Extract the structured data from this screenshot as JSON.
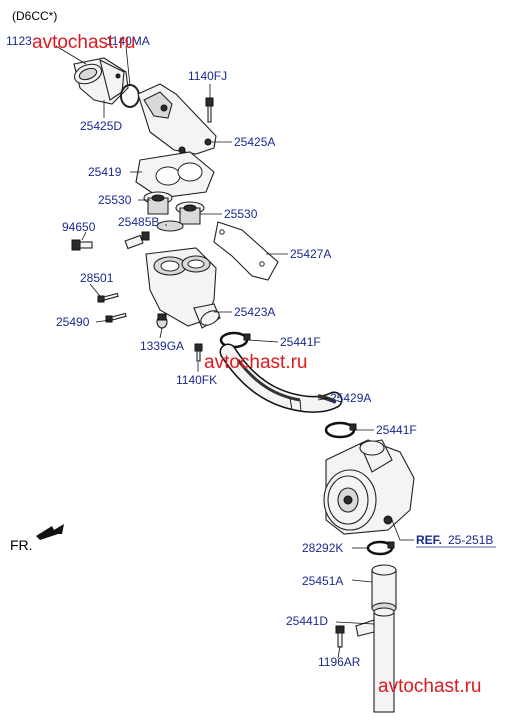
{
  "header": {
    "engine_code": "(D6CC*)"
  },
  "watermarks": [
    "avtochast.ru",
    "avtochast.ru",
    "avtochast.ru"
  ],
  "labels": {
    "p11239": "1123",
    "p1140ma": "1140MA",
    "p25425d": "25425D",
    "p1140fj": "1140FJ",
    "p25425a": "25425A",
    "p25419": "25419",
    "p25530a": "25530",
    "p25530b": "25530",
    "p25485b": "25485B",
    "p94650": "94650",
    "p25427a": "25427A",
    "p28501": "28501",
    "p25490": "25490",
    "p25423a": "25423A",
    "p1339ga": "1339GA",
    "p25441f_top": "25441F",
    "p1140fk": "1140FK",
    "p25429a": "25429A",
    "p25441f_mid": "25441F",
    "p28292k": "28292K",
    "p25451a": "25451A",
    "p25441d": "25441D",
    "p1196ar": "1196AR"
  },
  "reference": {
    "prefix": "REF.",
    "code": "25-251B"
  },
  "direction": {
    "label": "FR."
  }
}
